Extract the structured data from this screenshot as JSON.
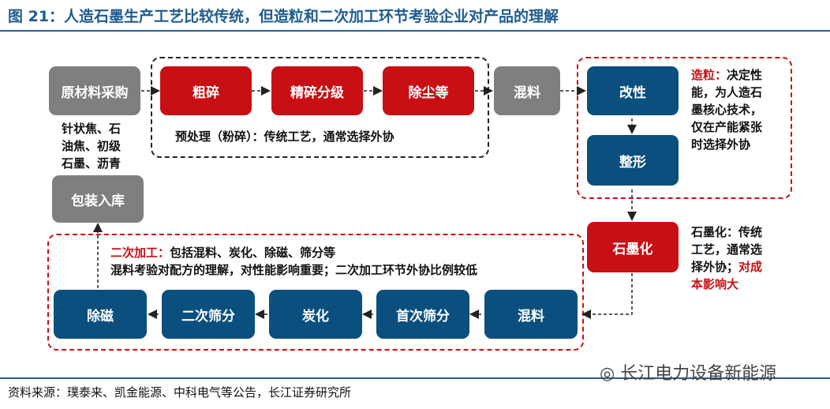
{
  "title": "图 21：人造石墨生产工艺比较传统，但造粒和二次加工环节考验企业对产品的理解",
  "boxes": {
    "raw": "原材料采购",
    "crush": "粗碎",
    "fine": "精碎分级",
    "dust": "除尘等",
    "mix1": "混料",
    "modify": "改性",
    "shape": "整形",
    "graphitize": "石墨化",
    "mix2": "混料",
    "first_sieve": "首次筛分",
    "carbonize": "炭化",
    "second_sieve": "二次筛分",
    "demag": "除磁",
    "pack": "包装入库"
  },
  "notes": {
    "raw_lines": [
      "针状焦、石",
      "油焦、初级",
      "石墨、沥青"
    ],
    "pretreat": "预处理（粉碎）：传统工艺，通常选择外协",
    "granulation_label": "造粒：",
    "granulation_lines": [
      "决定性",
      "能，为人造石",
      "墨核心技术，",
      "仅在产能紧张",
      "时选择外协"
    ],
    "graphitize_lines": [
      "石墨化：传统",
      "工艺，通常选",
      "择外协；"
    ],
    "graphitize_red": [
      "对成",
      "本影响大"
    ],
    "secondary_label": "二次加工：",
    "secondary_line1": "包括混料、炭化、除磁、筛分等",
    "secondary_line2": "混料考验对配方的理解，对性能影响重要；二次加工环节外协比例较低"
  },
  "source": "资料来源：璞泰来、凯金能源、中科电气等公告，长江证券研究所",
  "watermark": "长江电力设备新能源",
  "colors": {
    "red": "#c80f14",
    "blue": "#0b4f7e",
    "gray": "#7f7f7f",
    "title": "#1f5c8e"
  }
}
